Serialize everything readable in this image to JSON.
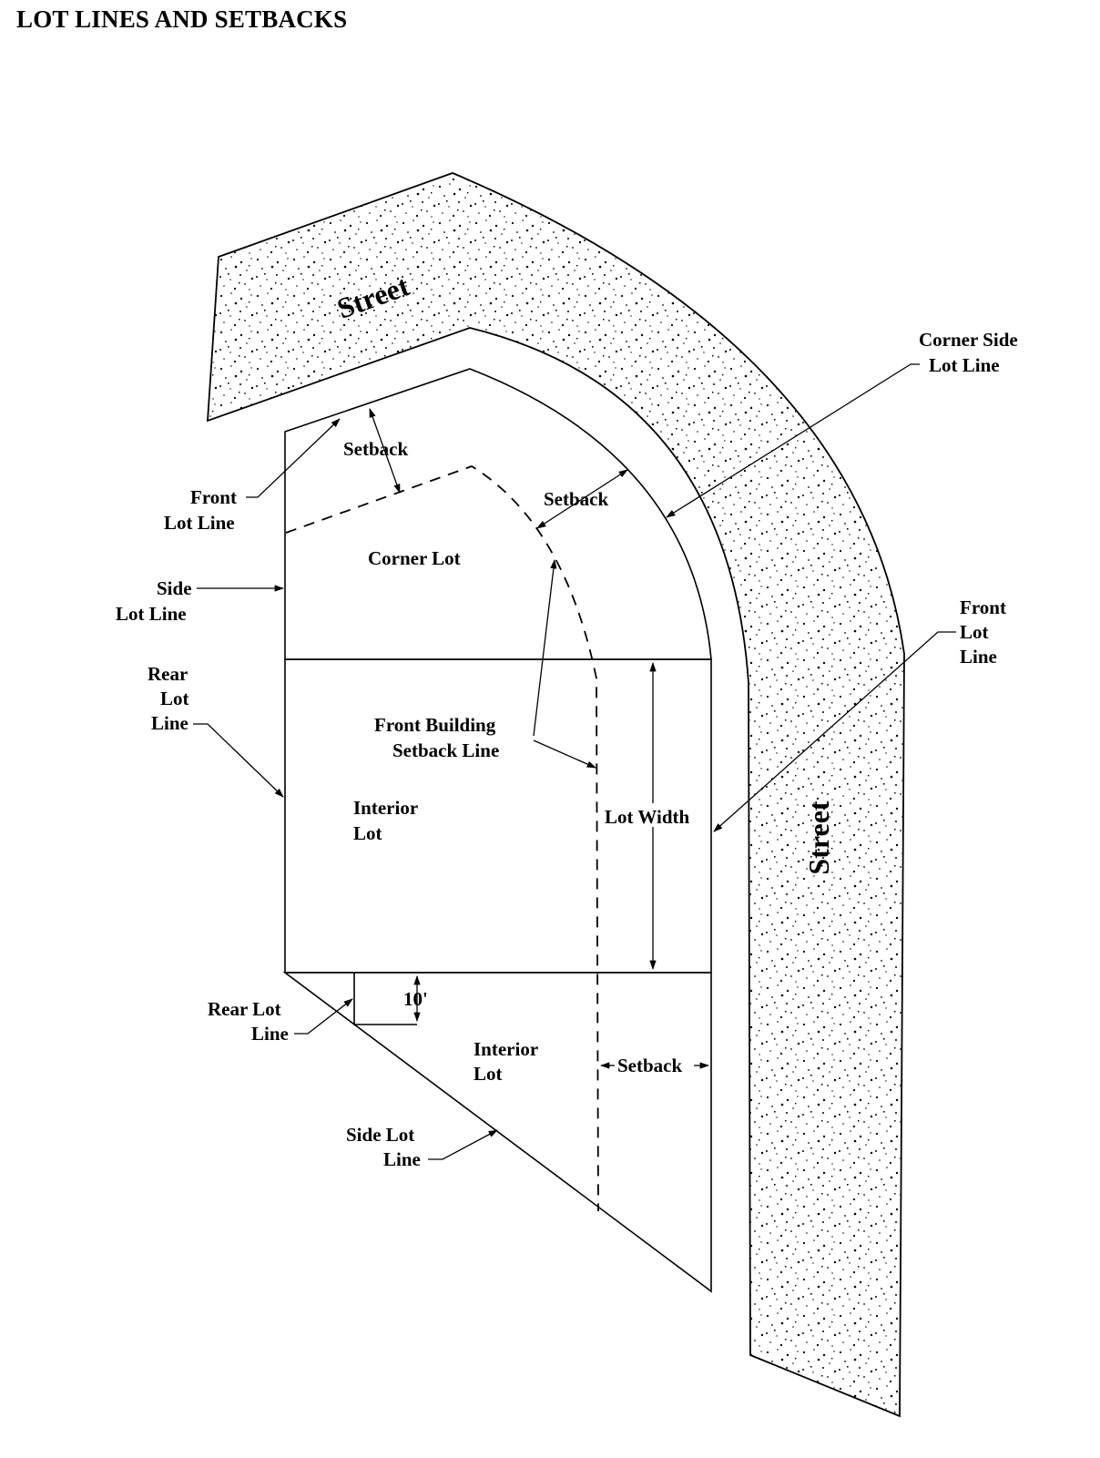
{
  "title": "LOT LINES AND SETBACKS",
  "labels": {
    "street_top": "Street",
    "street_right": "Street",
    "corner_side_lot_line": [
      "Corner Side",
      "Lot Line"
    ],
    "front_lot_line_left": [
      "Front",
      "Lot Line"
    ],
    "setback_top": "Setback",
    "setback_curve": "Setback",
    "corner_lot": "Corner Lot",
    "side_lot_line_left": [
      "Side",
      "Lot Line"
    ],
    "front_lot_line_right": [
      "Front",
      "Lot",
      "Line"
    ],
    "rear_lot_line_left": [
      "Rear",
      "Lot",
      "Line"
    ],
    "front_building_setback_line": [
      "Front Building",
      "Setback Line"
    ],
    "interior_lot_middle": [
      "Interior",
      "Lot"
    ],
    "lot_width": "Lot Width",
    "ten_feet": "10'",
    "rear_lot_line_bottom": [
      "Rear Lot",
      "Line"
    ],
    "interior_lot_bottom": [
      "Interior",
      "Lot"
    ],
    "setback_bottom": "Setback",
    "side_lot_line_bottom": [
      "Side Lot",
      "Line"
    ]
  }
}
